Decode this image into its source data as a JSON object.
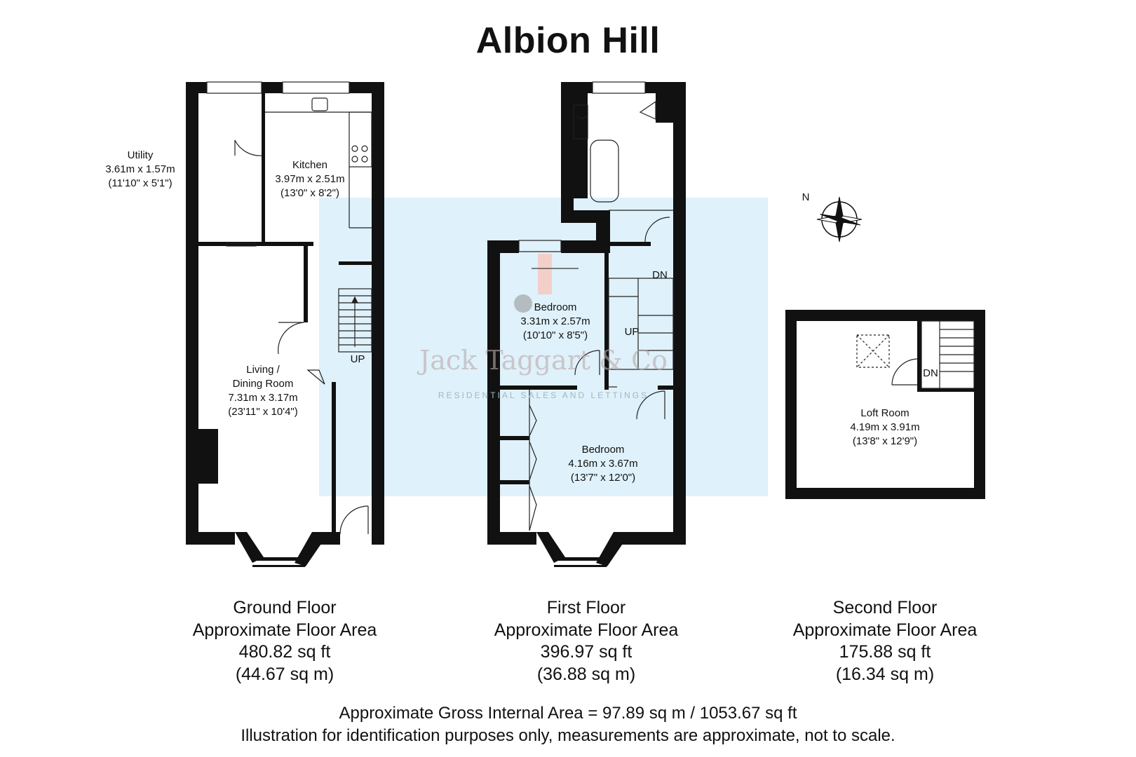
{
  "title": "Albion Hill",
  "rooms": {
    "utility": {
      "name": "Utility",
      "metric": "3.61m x 1.57m",
      "imperial": "(11'10\" x 5'1\")"
    },
    "kitchen": {
      "name": "Kitchen",
      "metric": "3.97m x 2.51m",
      "imperial": "(13'0\" x 8'2\")"
    },
    "living": {
      "name1": "Living /",
      "name2": "Dining Room",
      "metric": "7.31m x 3.17m",
      "imperial": "(23'11\" x 10'4\")"
    },
    "bedroom_small": {
      "name": "Bedroom",
      "metric": "3.31m x 2.57m",
      "imperial": "(10'10\" x 8'5\")"
    },
    "bedroom_large": {
      "name": "Bedroom",
      "metric": "4.16m x 3.67m",
      "imperial": "(13'7\" x 12'0\")"
    },
    "loft": {
      "name": "Loft Room",
      "metric": "4.19m x 3.91m",
      "imperial": "(13'8\" x 12'9\")"
    }
  },
  "stair_labels": {
    "ground_up": "UP",
    "first_dn": "DN",
    "first_up": "UP",
    "second_dn": "DN"
  },
  "compass_label": "N",
  "watermark": {
    "name": "Jack Taggart & Co",
    "tagline": "RESIDENTIAL SALES AND LETTINGS"
  },
  "floors": [
    {
      "name": "Ground Floor",
      "area_label": "Approximate Floor Area",
      "sq_ft": "480.82 sq ft",
      "sq_m": "(44.67 sq m)"
    },
    {
      "name": "First Floor",
      "area_label": "Approximate Floor Area",
      "sq_ft": "396.97 sq ft",
      "sq_m": "(36.88 sq m)"
    },
    {
      "name": "Second Floor",
      "area_label": "Approximate Floor Area",
      "sq_ft": "175.88 sq ft",
      "sq_m": "(16.34 sq m)"
    }
  ],
  "footer": {
    "gross": "Approximate Gross Internal Area = 97.89 sq m / 1053.67 sq ft",
    "disclaimer": "Illustration for identification purposes only, measurements are approximate, not to scale."
  },
  "colors": {
    "wall": "#111111",
    "watermark_box": "#dff1fa",
    "radiator": "#f6c8bd"
  }
}
